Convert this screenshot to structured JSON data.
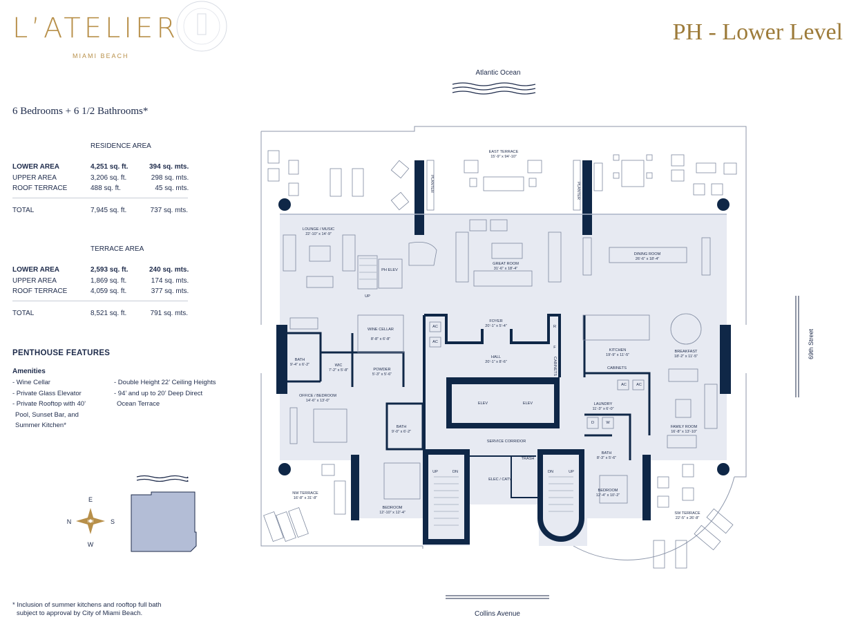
{
  "brand": {
    "name": "L’ATELIER",
    "location": "MIAMI BEACH"
  },
  "page_title": "PH - Lower Level",
  "subtitle": "6 Bedrooms + 6 1/2 Bathrooms*",
  "residence_area": {
    "heading": "RESIDENCE AREA",
    "rows": [
      {
        "label": "LOWER AREA",
        "sqft": "4,251 sq. ft.",
        "sqm": "394 sq. mts.",
        "bold": true
      },
      {
        "label": "UPPER AREA",
        "sqft": "3,206 sq. ft.",
        "sqm": "298 sq. mts.",
        "bold": false
      },
      {
        "label": "ROOF TERRACE",
        "sqft": "488 sq. ft.",
        "sqm": "45 sq. mts.",
        "bold": false
      }
    ],
    "total": {
      "label": "TOTAL",
      "sqft": "7,945 sq. ft.",
      "sqm": "737 sq. mts."
    }
  },
  "terrace_area": {
    "heading": "TERRACE AREA",
    "rows": [
      {
        "label": "LOWER AREA",
        "sqft": "2,593 sq. ft.",
        "sqm": "240 sq. mts.",
        "bold": true
      },
      {
        "label": "UPPER AREA",
        "sqft": "1,869 sq. ft.",
        "sqm": "174 sq. mts.",
        "bold": false
      },
      {
        "label": "ROOF TERRACE",
        "sqft": "4,059 sq. ft.",
        "sqm": "377 sq. mts.",
        "bold": false
      }
    ],
    "total": {
      "label": "TOTAL",
      "sqft": "8,521 sq. ft.",
      "sqm": "791 sq. mts."
    }
  },
  "features": {
    "title": "PENTHOUSE FEATURES",
    "amenities_title": "Amenities",
    "col1": [
      "- Wine Cellar",
      "- Private Glass Elevator",
      "- Private Rooftop with 40’",
      "  Pool, Sunset Bar, and",
      "  Summer Kitchen*"
    ],
    "col2": [
      "- Double Height 22’ Ceiling Heights",
      "- 94’ and up to 20’ Deep Direct",
      "  Ocean Terrace"
    ]
  },
  "footnote": [
    "* Inclusion of summer kitchens and rooftop full bath",
    "  subject to approval by City of Miami Beach."
  ],
  "compass": {
    "n": "N",
    "e": "E",
    "s": "S",
    "w": "W"
  },
  "streets": {
    "top": "Atlantic Ocean",
    "bottom": "Collins Avenue",
    "right": "69th Street"
  },
  "rooms": {
    "east_terrace": {
      "name": "EAST TERRACE",
      "dim": "15’-9” x 94’-10”"
    },
    "lounge": {
      "name": "LOUNGE / MUSIC",
      "dim": "22’-10” x 14’-9”"
    },
    "great_room": {
      "name": "GREAT ROOM",
      "dim": "31’-6” x 18’-4”"
    },
    "dining": {
      "name": "DINING ROOM",
      "dim": "26’-6” x 18’-4”"
    },
    "ph_elev": "PH ELEV",
    "up": "UP",
    "wine_cellar": {
      "name": "WINE CELLAR",
      "dim": "8’-8” x 6’-8”"
    },
    "foyer": {
      "name": "FOYER",
      "dim": "20’-1” x 5’-4”"
    },
    "hall": {
      "name": "HALL",
      "dim": "20’-1” x 8’-6”"
    },
    "kitchen": {
      "name": "KITCHEN",
      "dim": "19’-9” x 11’-5”"
    },
    "breakfast": {
      "name": "BREAKFAST",
      "dim": "18’-2” x 11’-5”"
    },
    "bath_1": {
      "name": "BATH",
      "dim": "9’-4” x 6’-2”"
    },
    "wic": {
      "name": "WIC",
      "dim": "7’-2” x 5’-8”"
    },
    "powder": {
      "name": "POWDER",
      "dim": "5’-3” x 5’-6”"
    },
    "office": {
      "name": "OFFICE / BEDROOM",
      "dim": "14’-6” x 13’-0”"
    },
    "bath_2": {
      "name": "BATH",
      "dim": "9’-0” x 6’-2”"
    },
    "elev": "ELEV",
    "cabinets": "CABINETS",
    "laundry": {
      "name": "LAUNDRY",
      "dim": "11’-3” x 6’-0”"
    },
    "family": {
      "name": "FAMILY ROOM",
      "dim": "16’-8” x 13’-10”"
    },
    "service": "SERVICE CORRIDOR",
    "trash": "TRASH",
    "elec": "ELEC / CATV",
    "dn": "DN",
    "bath_3": {
      "name": "BATH",
      "dim": "8’-3” x 5’-6”"
    },
    "bedroom_1": {
      "name": "BEDROOM",
      "dim": "12’-10” x 12’-4”"
    },
    "bedroom_2": {
      "name": "BEDROOM",
      "dim": "12’-4” x 10’-2”"
    },
    "nw_terrace": {
      "name": "NW TERRACE",
      "dim": "16’-8” x 31’-8”"
    },
    "sw_terrace": {
      "name": "SW TERRACE",
      "dim": "22’-5” x 26’-8”"
    },
    "planter": "PLANTER",
    "ac": "AC",
    "r": "R",
    "f": "F",
    "d": "D",
    "w": "W"
  },
  "colors": {
    "gold": "#b8904a",
    "navy": "#0f2747",
    "interior": "#e7eaf2",
    "text": "#1d2a4a",
    "keyplan": "#b3bdd6"
  }
}
